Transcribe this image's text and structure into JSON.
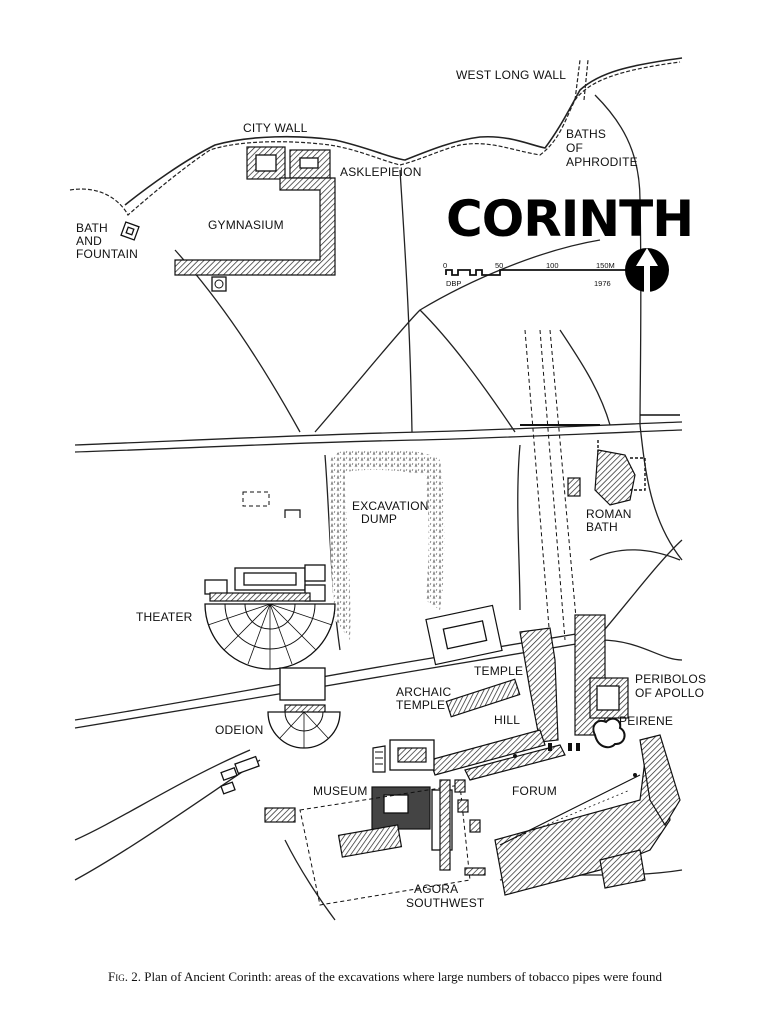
{
  "map": {
    "title": "CORINTH",
    "labels": {
      "west_long_wall": "WEST LONG WALL",
      "city_wall": "CITY WALL",
      "baths_1": "BATHS",
      "baths_2": "OF",
      "baths_3": "APHRODITE",
      "asklepieion": "ASKLEPIEION",
      "bath_1": "BATH",
      "bath_2": "AND",
      "bath_3": "FOUNTAIN",
      "gymnasium": "GYMNASIUM",
      "excavation_1": "EXCAVATION",
      "excavation_2": "DUMP",
      "roman_1": "ROMAN",
      "roman_2": "BATH",
      "theater": "THEATER",
      "temple": "TEMPLE",
      "archaic_1": "ARCHAIC",
      "archaic_2": "TEMPLE",
      "hill": "HILL",
      "peribolos_1": "PERIBOLOS",
      "peribolos_2": "OF APOLLO",
      "peirene": "PEIRENE",
      "odeion": "ODEION",
      "museum": "MUSEUM",
      "forum": "FORUM",
      "agora_1": "AGORA",
      "agora_2": "SOUTHWEST"
    },
    "scale": {
      "ticks": [
        "0",
        "50",
        "100",
        "150M"
      ],
      "drawn_by": "DBP",
      "year": "1976"
    },
    "north_arrow_icon": "north-arrow-icon",
    "colors": {
      "ink": "#111111",
      "paper": "#ffffff"
    }
  },
  "caption": {
    "fig": "Fig. 2.",
    "text": "Plan of Ancient Corinth: areas of the excavations where large numbers of tobacco pipes were found"
  }
}
